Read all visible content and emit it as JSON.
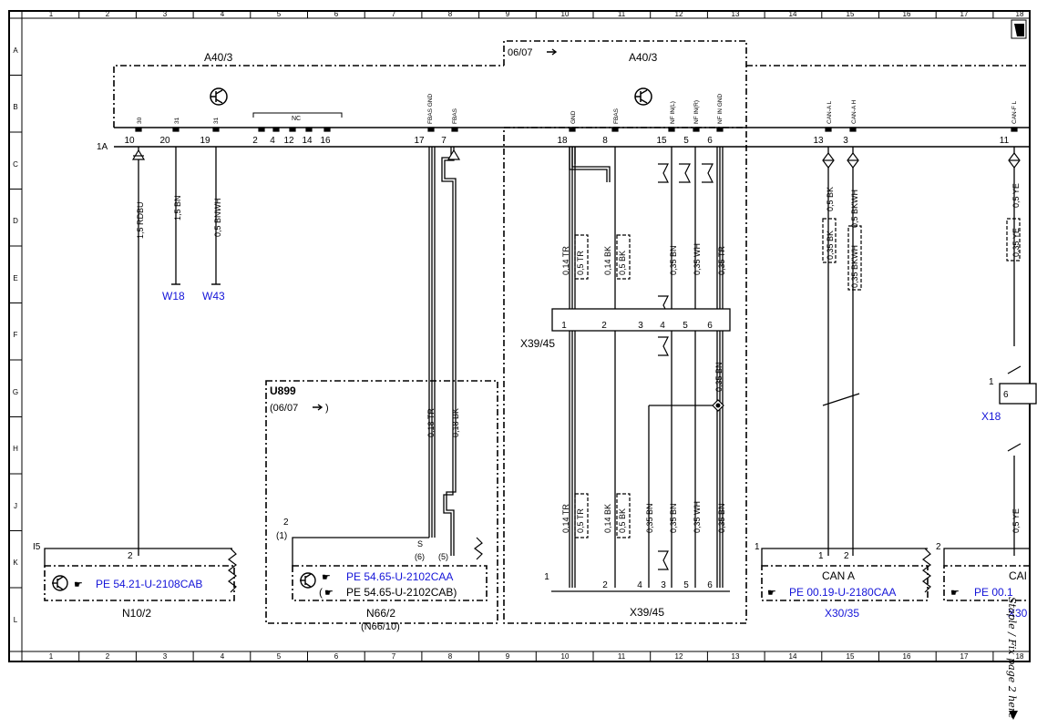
{
  "grid": {
    "columns": [
      "1",
      "2",
      "3",
      "4",
      "5",
      "6",
      "7",
      "8",
      "9",
      "10",
      "11",
      "12",
      "13",
      "14",
      "15",
      "16",
      "17",
      "18"
    ],
    "rows": [
      "A",
      "B",
      "C",
      "D",
      "E",
      "F",
      "G",
      "H",
      "J",
      "K",
      "L"
    ]
  },
  "header": {
    "range_label": "06/07",
    "ref_1A": "1A"
  },
  "units": {
    "a40_left": "A40/3",
    "a40_right": "A40/3",
    "u899": "U899",
    "u899_range": "(06/07",
    "nc": "NC",
    "x39_top": "X39/45",
    "x39_bottom": "X39/45",
    "x18": "X18"
  },
  "pin_functions": [
    "30",
    "31",
    "31",
    "FBAS GND",
    "FBAS",
    "GND",
    "FBAS",
    "NF IN(L)",
    "NF IN(R)",
    "NF IN GND",
    "CAN-A L",
    "CAN-A H",
    "CAN-F L"
  ],
  "pin_numbers": [
    "10",
    "20",
    "19",
    "2",
    "4",
    "12",
    "14",
    "16",
    "17",
    "7",
    "18",
    "8",
    "15",
    "5",
    "6",
    "13",
    "3",
    "11"
  ],
  "wires": [
    "1,5 RDBU",
    "1,5 BN",
    "0,5 BNWH",
    "0,18 TR",
    "0,18 BK",
    "0,14 TR",
    "0,5 TR",
    "0,14 BK",
    "0,5 BK",
    "0,35 BN",
    "0,35 WH",
    "0,35 TR",
    "0,5 BK",
    "0,5 BKWH",
    "0,5 YE",
    "0,35 BK",
    "0,35 BKWH",
    "0,35 YE",
    "0,35 BN",
    "0,14 TR",
    "0,5 TR",
    "0,14 BK",
    "0,5 BK",
    "0,35 BN",
    "0,35 BN",
    "0,35 WH",
    "0,35 BN",
    "0,5 YE"
  ],
  "grounds": [
    "W18",
    "W43"
  ],
  "connector_pins": {
    "x39_top": [
      "1",
      "2",
      "3",
      "4",
      "5",
      "6"
    ],
    "x39_bottom": [
      "1",
      "2",
      "4",
      "3",
      "5",
      "6"
    ],
    "x18": [
      "1",
      "6"
    ]
  },
  "components": {
    "n10": {
      "ref_i5": "I5",
      "pin": "2",
      "pe": "PE 54.21-U-2108CAB",
      "label": "N10/2"
    },
    "n66": {
      "pin_top": "2",
      "pin_top_alt": "(1)",
      "s": "S",
      "pin_6": "(6)",
      "pin_5": "(5)",
      "pe": "PE 54.65-U-2102CAA",
      "pe_alt": "(",
      "pe_alt2": "PE 54.65-U-2102CAB)",
      "label": "N66/2",
      "label_alt": "(N66/10)"
    },
    "x30": {
      "ref": "1",
      "pin1": "1",
      "pin2": "2",
      "can": "CAN A",
      "pe": "PE 00.19-U-2180CAA",
      "label": "X30/35"
    },
    "right_comp": {
      "ref": "2",
      "can": "CAI",
      "pe": "PE 00.1",
      "label": "X30"
    }
  },
  "side_note": "Staple / Fix page 2 here"
}
